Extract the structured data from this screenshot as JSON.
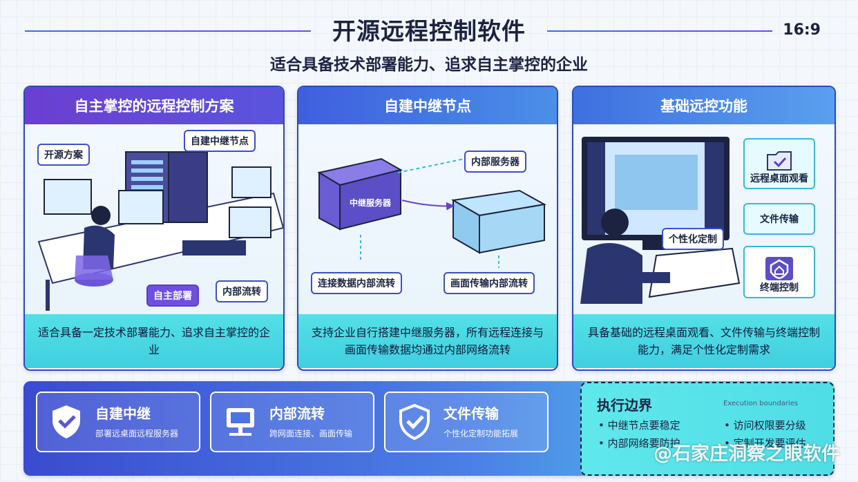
{
  "header": {
    "title": "开源远程控制软件",
    "ratio": "16:9",
    "subtitle": "适合具备技术部署能力、追求自主掌控的企业"
  },
  "panels": [
    {
      "title": "自主掌控的远程控制方案",
      "tags": [
        "开源方案",
        "自建中继节点",
        "自主部署",
        "内部流转"
      ],
      "desc": "适合具备一定技术部署能力、追求自主掌控的企业"
    },
    {
      "title": "自建中继节点",
      "tags": [
        "内部服务器",
        "中继服务器",
        "连接数据内部流转",
        "画面传输内部流转"
      ],
      "desc": "支持企业自行搭建中继服务器，所有远程连接与画面传输数据均通过内部网络流转"
    },
    {
      "title": "基础远控功能",
      "tags": [
        "个性化定制"
      ],
      "features": [
        "远程桌面观看",
        "文件传输",
        "终端控制"
      ],
      "desc": "具备基础的远程桌面观看、文件传输与终端控制能力，满足个性化定制需求"
    }
  ],
  "bottom_cards": [
    {
      "title": "自建中继",
      "sub": "部署远桌面远程服务器",
      "icon": "shield-check-icon"
    },
    {
      "title": "内部流转",
      "sub": "跨网面连接、画面传输",
      "icon": "monitor-network-icon"
    },
    {
      "title": "文件传输",
      "sub": "个性化定制功能拓展",
      "icon": "shield-check-icon"
    }
  ],
  "exec": {
    "title": "执行边界",
    "note": "Execution boundaries",
    "items": [
      "中继节点要稳定",
      "访问权限要分级",
      "内部网络要防护",
      "定制开发要评估"
    ]
  },
  "watermark": "@石家庄洞察之眼软件",
  "colors": {
    "primary": "#3a4bd0",
    "purple": "#6b3fd1",
    "cyan": "#4fdde6"
  }
}
